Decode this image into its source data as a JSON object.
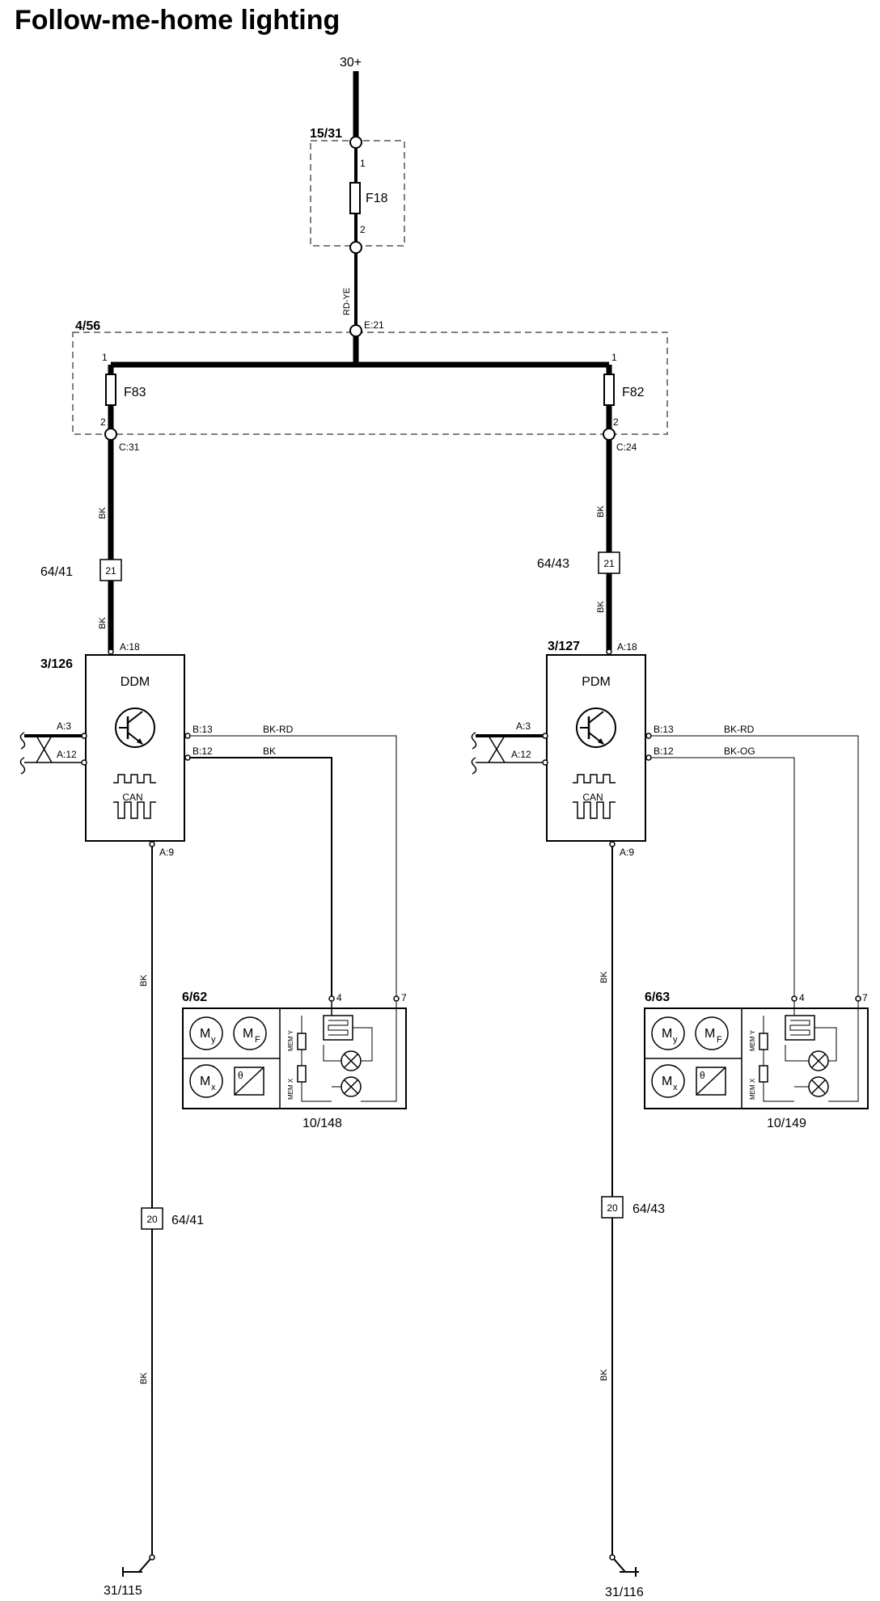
{
  "title": "Follow-me-home lighting",
  "supply": {
    "label": "30+"
  },
  "fuse_box_top": {
    "id": "15/31",
    "fuse": "F18",
    "pin_in": "1",
    "pin_out": "2"
  },
  "wire_top": "RD-YE",
  "distribution": {
    "id": "4/56",
    "input_pin": "E:21",
    "left_fuse": {
      "name": "F83",
      "pin_in": "1",
      "pin_out": "2",
      "connector": "C:31"
    },
    "right_fuse": {
      "name": "F82",
      "pin_in": "1",
      "pin_out": "2",
      "connector": "C:24"
    }
  },
  "left": {
    "wire_upper": "BK",
    "wire_mid": "BK",
    "wire_lower": "BK",
    "wire_bottom": "BK",
    "splice_upper": {
      "pin": "21",
      "id": "64/41"
    },
    "module": {
      "id": "3/126",
      "name": "DDM",
      "can": "CAN",
      "pin_supply": "A:18",
      "pin_a3": "A:3",
      "pin_a12": "A:12",
      "pin_b13": "B:13",
      "pin_b12": "B:12",
      "pin_ground": "A:9"
    },
    "wire_b13": "BK-RD",
    "wire_b12": "BK",
    "mirror": {
      "id": "6/62",
      "sub": "10/148",
      "pin4": "4",
      "pin7": "7",
      "my": "M",
      "my_sub": "y",
      "mf": "M",
      "mf_sub": "F",
      "mx": "M",
      "mx_sub": "x",
      "theta": "θ",
      "mem_y": "MEM Y",
      "mem_x": "MEM X"
    },
    "splice_lower": {
      "pin": "20",
      "id": "64/41"
    },
    "ground": "31/115"
  },
  "right": {
    "wire_upper": "BK",
    "wire_mid": "BK",
    "wire_lower": "BK",
    "wire_bottom": "BK",
    "splice_upper": {
      "pin": "21",
      "id": "64/43"
    },
    "module": {
      "id": "3/127",
      "name": "PDM",
      "can": "CAN",
      "pin_supply": "A:18",
      "pin_a3": "A:3",
      "pin_a12": "A:12",
      "pin_b13": "B:13",
      "pin_b12": "B:12",
      "pin_ground": "A:9"
    },
    "wire_b13": "BK-RD",
    "wire_b12": "BK-OG",
    "mirror": {
      "id": "6/63",
      "sub": "10/149",
      "pin4": "4",
      "pin7": "7",
      "my": "M",
      "my_sub": "y",
      "mf": "M",
      "mf_sub": "F",
      "mx": "M",
      "mx_sub": "x",
      "theta": "θ",
      "mem_y": "MEM Y",
      "mem_x": "MEM X"
    },
    "splice_lower": {
      "pin": "20",
      "id": "64/43"
    },
    "ground": "31/116"
  }
}
